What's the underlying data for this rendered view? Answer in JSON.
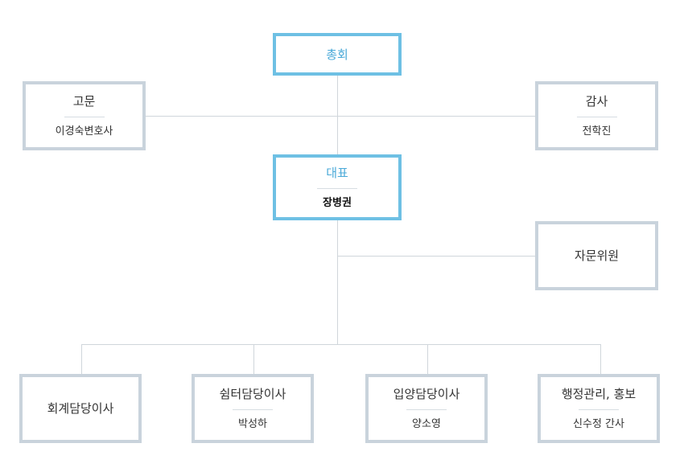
{
  "org": {
    "general_assembly": {
      "title": "총회"
    },
    "advisor": {
      "title": "고문",
      "name": "이경숙변호사"
    },
    "auditor": {
      "title": "감사",
      "name": "전학진"
    },
    "representative": {
      "title": "대표",
      "name": "장병권"
    },
    "advisory_committee": {
      "title": "자문위원"
    },
    "accounting": {
      "title": "회계담당이사"
    },
    "shelter": {
      "title": "쉼터담당이사",
      "name": "박성하"
    },
    "adoption": {
      "title": "입양담당이사",
      "name": "양소영"
    },
    "admin_pr": {
      "title": "행정관리, 홍보",
      "name": "신수정 간사"
    }
  },
  "colors": {
    "primary_border": "#6ec0e4",
    "primary_text": "#4aa9d8",
    "box_border": "#c9d3dc",
    "line": "#d0d6db"
  }
}
